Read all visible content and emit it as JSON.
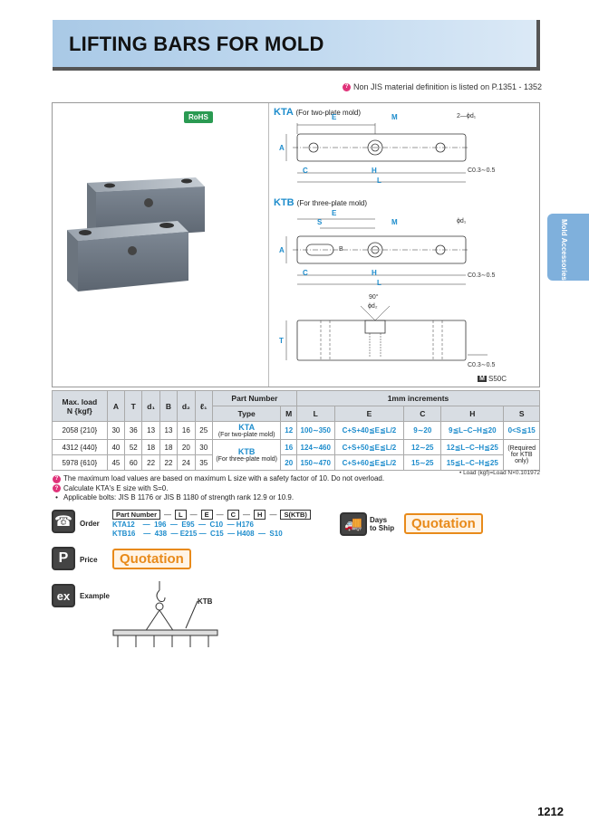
{
  "header": {
    "title": "LIFTING BARS FOR MOLD"
  },
  "top_note": "Non JIS material definition is listed on P.1351 - 1352",
  "side_tab": "Mold Accessories",
  "figure": {
    "rohs": "RoHS",
    "kta_code": "KTA",
    "kta_desc": "(For two-plate mold)",
    "ktb_code": "KTB",
    "ktb_desc": "(For three-plate mold)",
    "dims": {
      "E": "E",
      "M": "M",
      "C": "C",
      "H": "H",
      "L": "L",
      "A": "A",
      "S": "S",
      "B": "B",
      "T": "T",
      "two_d1": "2—ϕd₁",
      "d1": "ϕd₁",
      "d2": "ϕd₂",
      "chamfer": "C0.3∼0.5",
      "angle": "90°"
    },
    "material_mark": "M",
    "material": "S50C"
  },
  "table": {
    "headers": {
      "max_load": "Max. load",
      "max_load_unit": "N {kgf}",
      "A": "A",
      "T": "T",
      "d1": "d₁",
      "B": "B",
      "d2": "d₂",
      "l1": "ℓ₁",
      "part_number": "Part Number",
      "type": "Type",
      "M": "M",
      "increments": "1mm increments",
      "L": "L",
      "E": "E",
      "C": "C",
      "H": "H",
      "S": "S"
    },
    "rows": [
      {
        "load": "2058 {210}",
        "A": "30",
        "T": "36",
        "d1": "13",
        "B": "13",
        "d2": "16",
        "l1": "25",
        "M": "12",
        "L": "100∼350",
        "E": "C+S+40≦E≦L/2",
        "C": "9∼20",
        "H": "9≦L−C−H≦20"
      },
      {
        "load": "4312 {440}",
        "A": "40",
        "T": "52",
        "d1": "18",
        "B": "18",
        "d2": "20",
        "l1": "30",
        "M": "16",
        "L": "124∼460",
        "E": "C+S+50≦E≦L/2",
        "C": "12∼25",
        "H": "12≦L−C−H≦25"
      },
      {
        "load": "5978 {610}",
        "A": "45",
        "T": "60",
        "d1": "22",
        "B": "22",
        "d2": "24",
        "l1": "35",
        "M": "20",
        "L": "150∼470",
        "E": "C+S+60≦E≦L/2",
        "C": "15∼25",
        "H": "15≦L−C−H≦25"
      }
    ],
    "type_kta": "KTA",
    "type_kta_desc": "(For two-plate mold)",
    "type_ktb": "KTB",
    "type_ktb_desc": "(For three-plate mold)",
    "s_range": "0<S≦15",
    "s_note": "(Required for KTB only)"
  },
  "load_note": "• Load (kgf)=Load N×0.101972",
  "notes": [
    "The maximum load values are based on maximum L size with a safety factor of 10. Do not overload.",
    "Calculate KTA's E size with S=0.",
    "Applicable bolts: JIS B 1176 or JIS B 1180 of strength rank 12.9 or 10.9."
  ],
  "order": {
    "label": "Order",
    "header_cells": [
      "Part Number",
      "L",
      "E",
      "C",
      "H",
      "S(KTB)"
    ],
    "lines": [
      "KTA12    —  196  —  E95  —  C10  — H176",
      "KTB16    —  438  — E215 —  C15  — H408  —  S10"
    ]
  },
  "days_to_ship": {
    "label_line1": "Days",
    "label_line2": "to Ship",
    "value": "Quotation"
  },
  "price": {
    "label": "Price",
    "value": "Quotation"
  },
  "example": {
    "label": "Example",
    "callout": "KTB"
  },
  "page_number": "1212"
}
